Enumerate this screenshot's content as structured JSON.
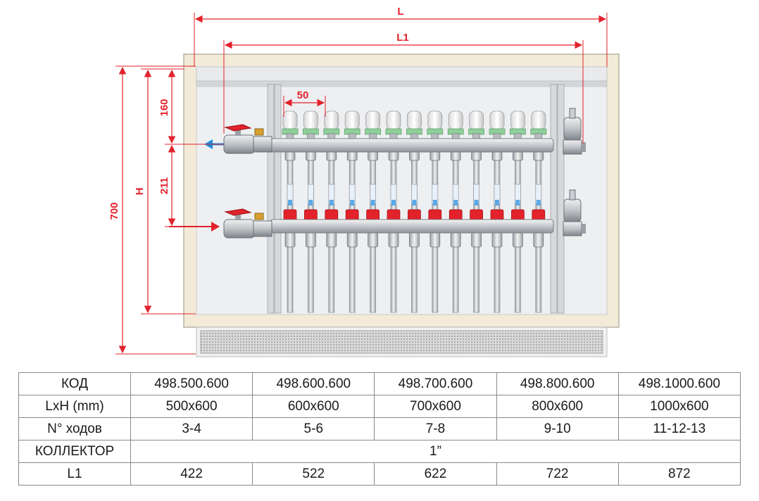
{
  "dimensions": {
    "overall_length_label": "L",
    "collector_length_label": "L1",
    "height_label": "H",
    "total_height": "700",
    "top_offset": "160",
    "collector_spacing": "211",
    "outlet_pitch": "50"
  },
  "diagram": {
    "outlets_per_collector": 13,
    "colors": {
      "dimension_red": "#e3222b",
      "flow_arrow_blue": "#1a8fe0",
      "cabinet_frame": "#f3ead8",
      "actuator_green": "#8fcf9a",
      "flowmeter_red": "#e3222b"
    }
  },
  "table": {
    "rows": [
      {
        "label": "КОД",
        "values": [
          "498.500.600",
          "498.600.600",
          "498.700.600",
          "498.800.600",
          "498.1000.600"
        ]
      },
      {
        "label": "LxH (mm)",
        "values": [
          "500x600",
          "600x600",
          "700x600",
          "800x600",
          "1000x600"
        ]
      },
      {
        "label": "N° ходов",
        "values": [
          "3-4",
          "5-6",
          "7-8",
          "9-10",
          "11-12-13"
        ]
      },
      {
        "label": "КОЛЛЕКТОР",
        "merged_value": "1”"
      },
      {
        "label": "L1",
        "values": [
          "422",
          "522",
          "622",
          "722",
          "872"
        ]
      }
    ]
  }
}
